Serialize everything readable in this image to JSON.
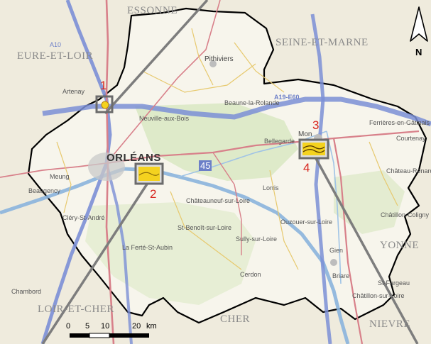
{
  "departments": {
    "essonne": "ESSONNE",
    "eure_et_loir": "EURE-ET-LOIR",
    "seine_et_marne": "SEINE-ET-MARNE",
    "yonne": "YONNE",
    "loir_et_cher": "LOIR-ET-CHER",
    "cher": "CHER",
    "nievre": "NIEVRE"
  },
  "towns": {
    "orleans": "ORLÉANS",
    "pithiviers": "Pithiviers",
    "montargis": "Mon",
    "bellegarde": "Bellegarde",
    "neuville": "Neuville-aux-Bois",
    "chateauneuf": "Châteauneuf-sur-Loire",
    "st_benoit": "St-Benoît-sur-Loire",
    "sully": "Sully-sur-Loire",
    "gien": "Gien",
    "briare": "Briare",
    "lorris": "Lorris",
    "beaune": "Beaune-la-Rolande",
    "courtenay": "Courtenay",
    "chateaurenard": "Château-Renard",
    "ferte": "La Ferté-St-Aubin",
    "beaugency": "Beaugency",
    "meung": "Meung",
    "clery": "Cléry-St-André",
    "chambord": "Chambord",
    "artenay": "Artenay",
    "ferrieres": "Ferrières-en-Gâtinais",
    "chatillon": "Châtillon-Coligny",
    "ouzouer": "Ouzouer-sur-Loire",
    "cerdon": "Cerdon",
    "chatillon_loire": "Châtillon-sur-Loire",
    "st_fargeau": "St-Fargeau",
    "road_a10": "A10",
    "road_a19": "A19-E60",
    "dept_code": "45"
  },
  "sites": [
    {
      "num": "1"
    },
    {
      "num": "2"
    },
    {
      "num": "3"
    },
    {
      "num": "4"
    }
  ],
  "north": "N",
  "scale": {
    "labels": [
      "0",
      "5",
      "10",
      "20"
    ],
    "unit": "km"
  },
  "colors": {
    "border": "#000000",
    "site_red": "#d7261f",
    "site_fill": "#f4d21f",
    "road_blue": "#7b8fd6",
    "road_red": "#d8808a",
    "loire": "#8ab4dd",
    "forest": "#cfe2b8",
    "pointer": "#7d7d7d"
  }
}
